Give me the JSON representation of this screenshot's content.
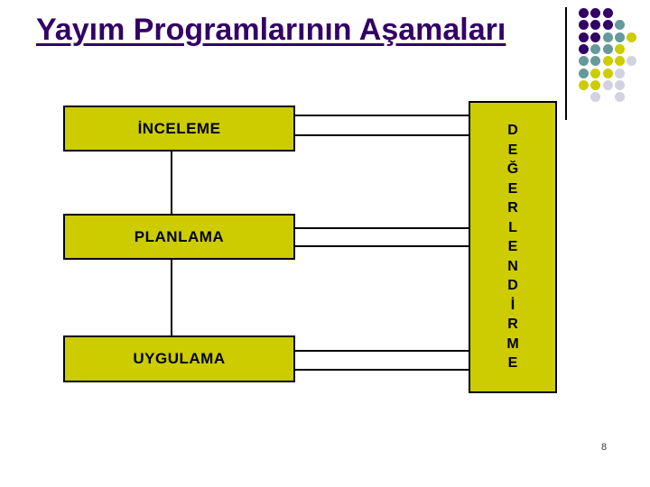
{
  "slide": {
    "title": "Yayım Programlarının Aşamaları",
    "page_number": "8"
  },
  "diagram": {
    "stages": [
      {
        "label": "İNCELEME"
      },
      {
        "label": "PLANLAMA"
      },
      {
        "label": "UYGULAMA"
      }
    ],
    "evaluation_label": "DEĞERLENDİRME"
  },
  "decoration": {
    "dot_pattern": [
      "PPP..",
      "PPPT.",
      "PPTTY",
      "PTTY.",
      "TTYYG",
      "TYYG.",
      "YYGG.",
      ".G.G."
    ],
    "dot_colors": {
      "P": "#330066",
      "T": "#669999",
      "Y": "#CCCC00",
      "G": "#D2D2E2"
    }
  },
  "colors": {
    "title": "#330066",
    "box_fill": "#CCCC00",
    "box_border": "#000000",
    "connector": "#000000"
  }
}
